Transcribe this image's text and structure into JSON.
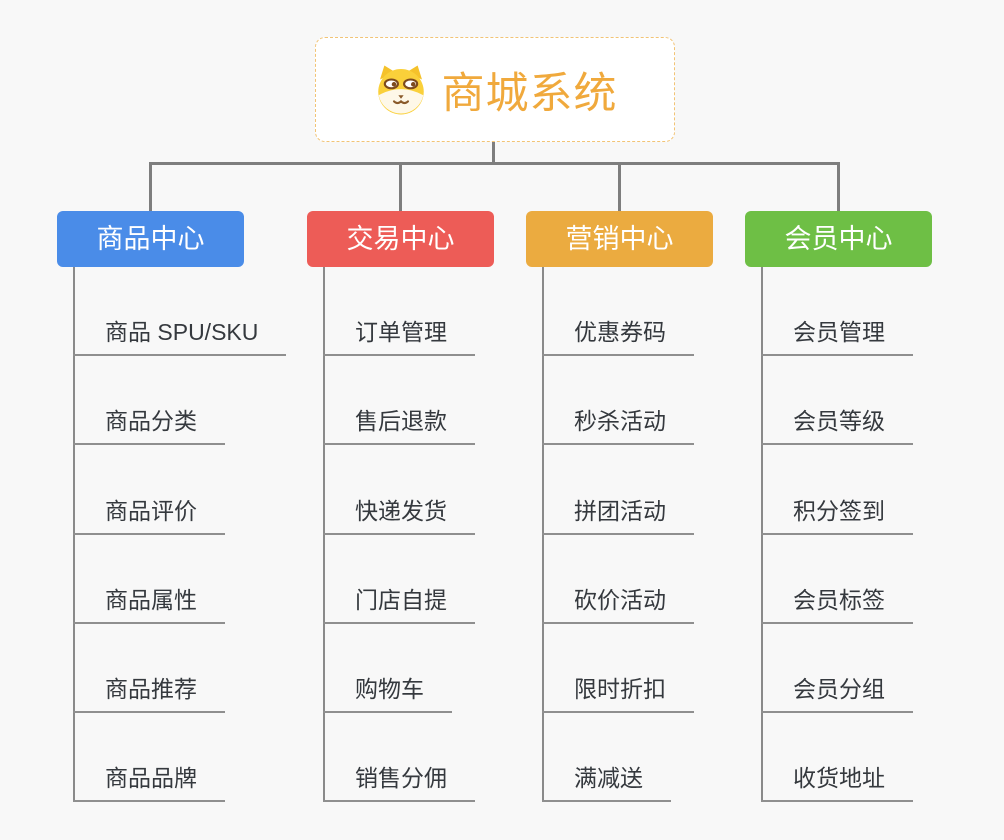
{
  "root": {
    "title": "商城系统",
    "icon": "dog-face-icon",
    "title_color": "#F0A93C",
    "border_color": "#F2C476"
  },
  "branches": [
    {
      "label": "商品中心",
      "color": "#4A8CE8",
      "items": [
        "商品 SPU/SKU",
        "商品分类",
        "商品评价",
        "商品属性",
        "商品推荐",
        "商品品牌"
      ]
    },
    {
      "label": "交易中心",
      "color": "#ED5C57",
      "items": [
        "订单管理",
        "售后退款",
        "快递发货",
        "门店自提",
        "购物车",
        "销售分佣"
      ]
    },
    {
      "label": "营销中心",
      "color": "#EBAB40",
      "items": [
        "优惠券码",
        "秒杀活动",
        "拼团活动",
        "砍价活动",
        "限时折扣",
        "满减送"
      ]
    },
    {
      "label": "会员中心",
      "color": "#6EBF45",
      "items": [
        "会员管理",
        "会员等级",
        "积分签到",
        "会员标签",
        "会员分组",
        "收货地址"
      ]
    }
  ],
  "colors": {
    "background": "#F8F8F8",
    "connector": "#7E7E7E",
    "underline": "#8F8F8F",
    "item_text": "#35393E"
  }
}
